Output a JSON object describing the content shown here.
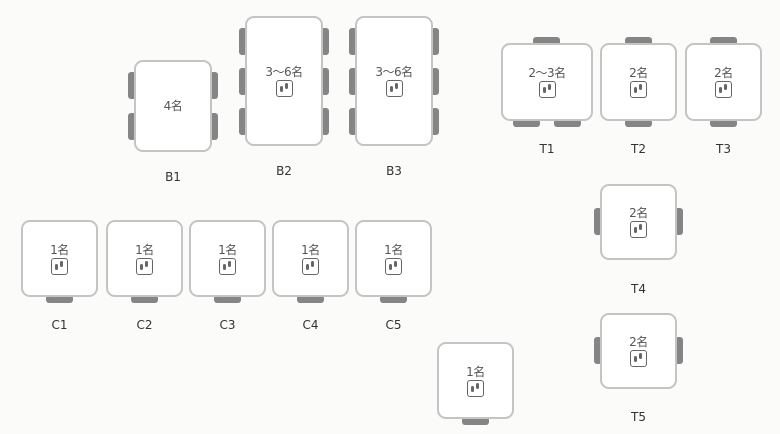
{
  "tables": [
    {
      "id": "B1",
      "capacity": "4名",
      "icon": false
    },
    {
      "id": "B2",
      "capacity": "3～6名",
      "icon": true
    },
    {
      "id": "B3",
      "capacity": "3～6名",
      "icon": true
    },
    {
      "id": "T1",
      "capacity": "2～3名",
      "icon": true
    },
    {
      "id": "T2",
      "capacity": "2名",
      "icon": true
    },
    {
      "id": "T3",
      "capacity": "2名",
      "icon": true
    },
    {
      "id": "T4",
      "capacity": "2名",
      "icon": true
    },
    {
      "id": "T5",
      "capacity": "2名",
      "icon": true
    },
    {
      "id": "C1",
      "capacity": "1名",
      "icon": true
    },
    {
      "id": "C2",
      "capacity": "1名",
      "icon": true
    },
    {
      "id": "C3",
      "capacity": "1名",
      "icon": true
    },
    {
      "id": "C4",
      "capacity": "1名",
      "icon": true
    },
    {
      "id": "C5",
      "capacity": "1名",
      "icon": true
    },
    {
      "id": "",
      "capacity": "1名",
      "icon": true
    }
  ]
}
